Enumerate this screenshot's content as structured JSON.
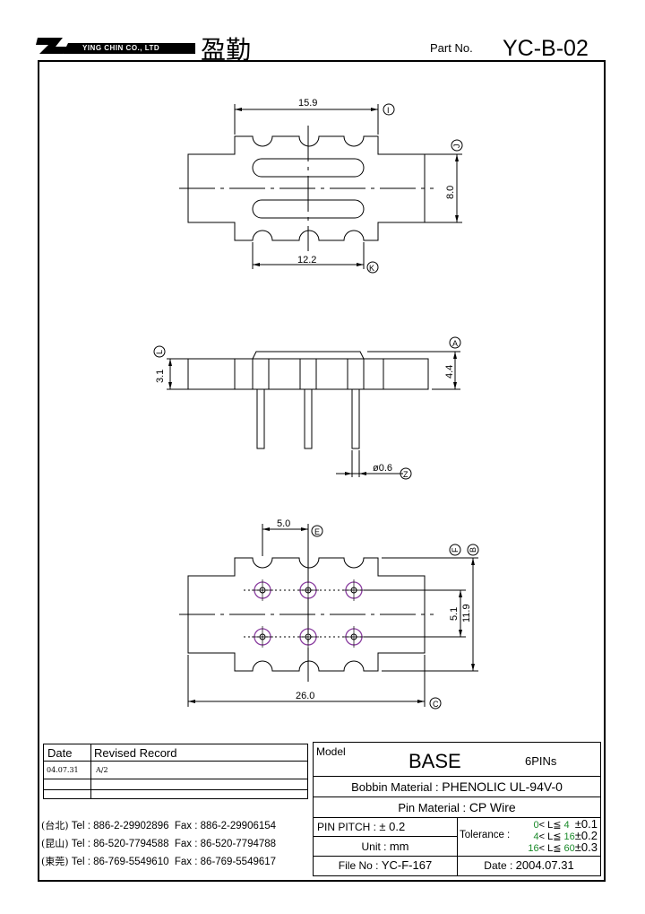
{
  "header": {
    "company": "YING CHIN CO., LTD",
    "company_cn": "盈勤",
    "part_no_label": "Part No.",
    "part_no": "YC-B-02"
  },
  "top_view": {
    "dim_width": "15.9",
    "dim_width_tag": "I",
    "dim_height": "8.0",
    "dim_height_tag": "J",
    "dim_inner": "12.2",
    "dim_inner_tag": "K"
  },
  "side_view": {
    "dim_body": "3.1",
    "dim_body_tag": "L",
    "dim_total": "4.4",
    "dim_total_tag": "A",
    "dim_pin": "ø0.6",
    "dim_pin_tag": "Z"
  },
  "bottom_view": {
    "dim_pitch_x": "5.0",
    "dim_pitch_x_tag": "E",
    "tag_f": "F",
    "tag_b": "B",
    "dim_pitch_y": "5.1",
    "dim_height": "11.9",
    "dim_length": "26.0",
    "dim_length_tag": "C"
  },
  "revision": {
    "col_date": "Date",
    "col_record": "Revised Record",
    "rows": [
      {
        "date": "04.07.31",
        "record": "A/2"
      },
      {
        "date": "",
        "record": ""
      },
      {
        "date": "",
        "record": ""
      }
    ]
  },
  "contacts": [
    {
      "region": "(台北)",
      "tel": "Tel : 886-2-29902896",
      "fax": "Fax : 886-2-29906154"
    },
    {
      "region": "(昆山)",
      "tel": "Tel : 86-520-7794588",
      "fax": "Fax : 86-520-7794788"
    },
    {
      "region": "(東莞)",
      "tel": "Tel : 86-769-5549610",
      "fax": "Fax : 86-769-5549617"
    }
  ],
  "spec": {
    "model_label": "Model",
    "model": "BASE",
    "pins": "6PINs",
    "bobbin_label": "Bobbin  Material :",
    "bobbin_value": "PHENOLIC UL-94V-0",
    "pin_mat_label": "Pin  Material :",
    "pin_mat_value": "CP  Wire",
    "pitch_label": "PIN  PITCH :",
    "pitch_value": "± 0.2",
    "tolerance_label": "Tolerance :",
    "tolerances": [
      {
        "lo": "0",
        "hi": "4",
        "tol": "±0.1"
      },
      {
        "lo": "4",
        "hi": "16",
        "tol": "±0.2"
      },
      {
        "lo": "16",
        "hi": "60",
        "tol": "±0.3"
      }
    ],
    "unit_label": "Unit :",
    "unit_value": "mm",
    "file_label": "File  No :",
    "file_value": "YC-F-167",
    "date_label": "Date :",
    "date_value": "2004.07.31"
  },
  "colors": {
    "line": "#000000",
    "hole_ring": "#8b3fa0",
    "tolerance_green": "#1a8a2a"
  }
}
